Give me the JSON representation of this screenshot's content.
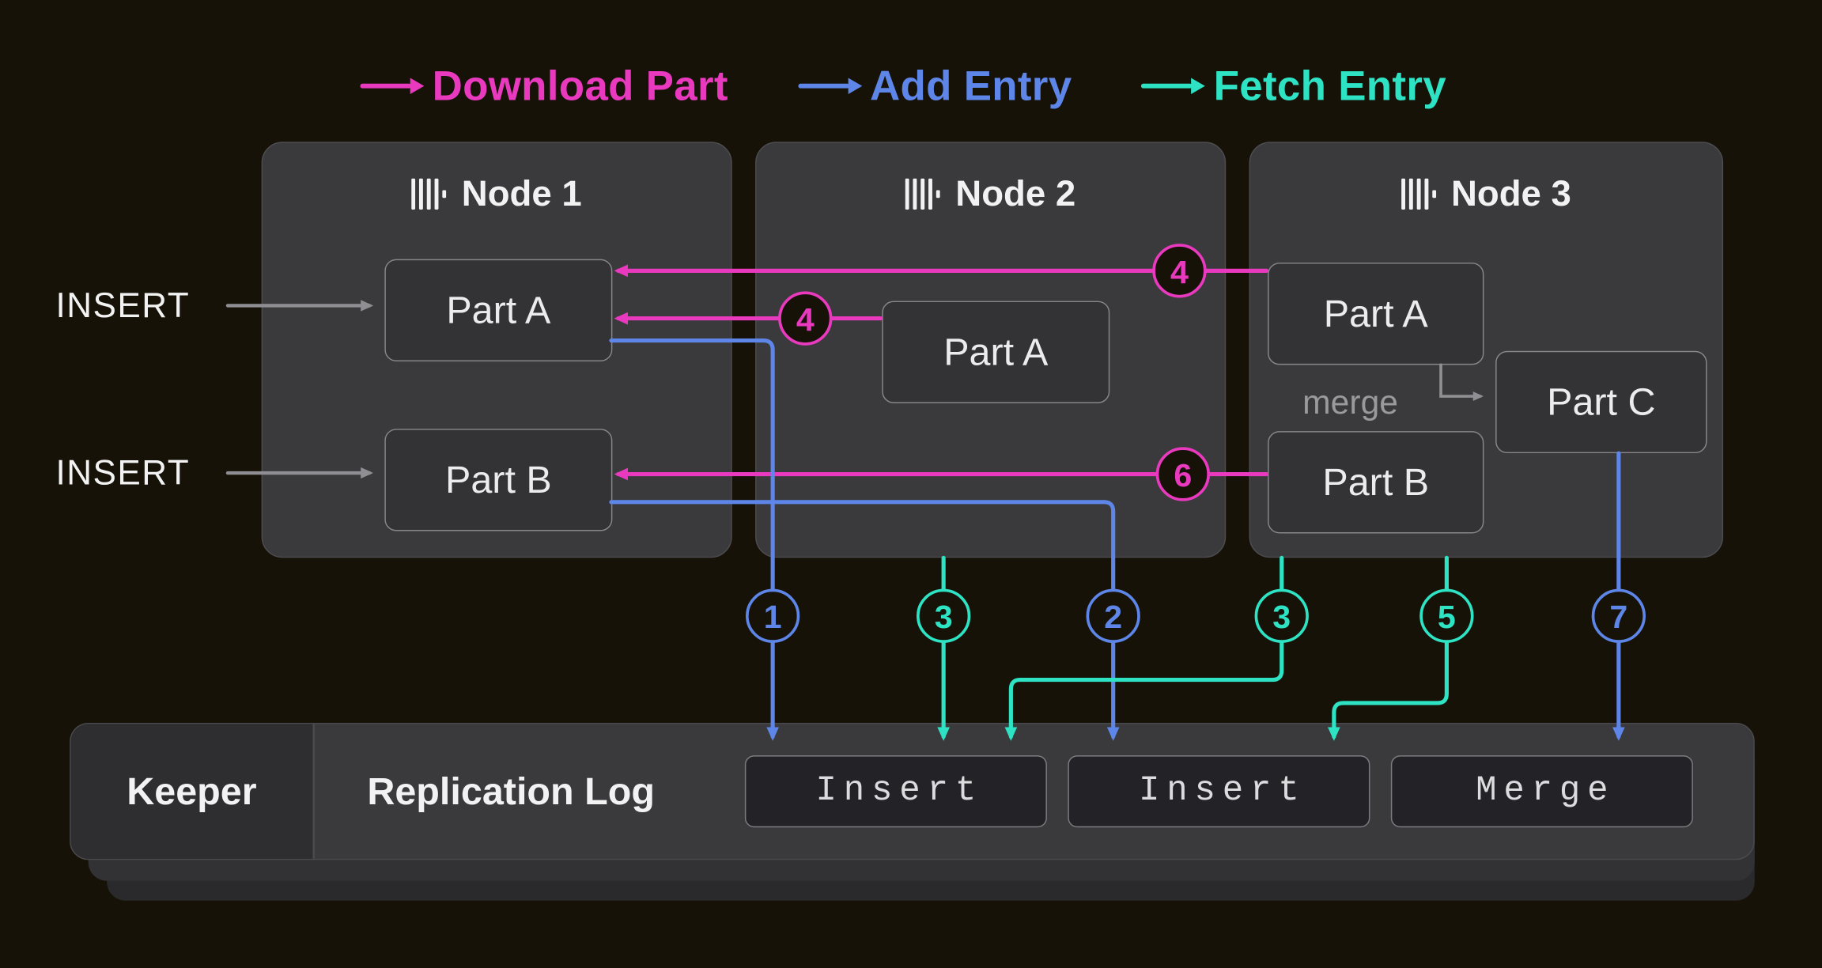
{
  "colors": {
    "bg": "#171207",
    "magenta": "#e93abf",
    "blue": "#5d86e8",
    "teal": "#2ee3c4",
    "gray": "#8f8f93",
    "node-fill": "#3a3a3d",
    "node-border": "#4d4d51",
    "part-fill": "#333336",
    "part-border": "#86868b",
    "part-text": "#ececee",
    "log-fill": "#3a3a3d",
    "log-border": "#4a4a4e",
    "log-layer2": "#323235",
    "log-layer3": "#2a2a2d",
    "keeper-fill": "#2e2e31",
    "entry-fill": "#232327",
    "entry-border": "#7b7b80",
    "entry-text": "#dcdcde",
    "muted-text": "#9a9a9e",
    "light-text": "#f2f2f3"
  },
  "legend": {
    "items": [
      {
        "label": "Download Part",
        "color": "#e93abf"
      },
      {
        "label": "Add Entry",
        "color": "#5d86e8"
      },
      {
        "label": "Fetch Entry",
        "color": "#2ee3c4"
      }
    ]
  },
  "insert_labels": [
    "INSERT",
    "INSERT"
  ],
  "nodes": [
    {
      "title": "Node 1",
      "parts": [
        "Part A",
        "Part B"
      ]
    },
    {
      "title": "Node 2",
      "parts": [
        "Part A"
      ]
    },
    {
      "title": "Node 3",
      "parts": [
        "Part A",
        "Part B",
        "Part C"
      ],
      "merge_label": "merge"
    }
  ],
  "badges": {
    "add_1": "1",
    "add_2": "2",
    "add_7": "7",
    "fetch_3a": "3",
    "fetch_3b": "3",
    "fetch_5": "5",
    "download_4a": "4",
    "download_4b": "4",
    "download_6": "6"
  },
  "log": {
    "keeper": "Keeper",
    "title": "Replication Log",
    "entries": [
      "Insert",
      "Insert",
      "Merge"
    ]
  },
  "icons": {
    "node_logo": "clickhouse-bars",
    "legend_arrow": "right-arrow"
  }
}
